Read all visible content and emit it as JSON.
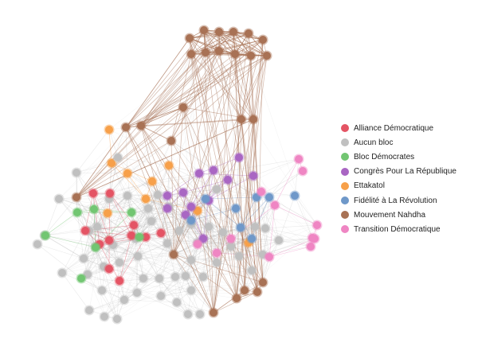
{
  "legend": {
    "items": [
      {
        "label": "Alliance Démocratique",
        "color": "#e45464"
      },
      {
        "label": "Aucun bloc",
        "color": "#c0c0c0"
      },
      {
        "label": "Bloc Démocrates",
        "color": "#72c672"
      },
      {
        "label": "Congrès Pour La République",
        "color": "#a966c3"
      },
      {
        "label": "Ettakatol",
        "color": "#f7a04a"
      },
      {
        "label": "Fidélité à La Révolution",
        "color": "#6f98c9"
      },
      {
        "label": "Mouvement Nahdha",
        "color": "#a87255"
      },
      {
        "label": "Transition Démocratique",
        "color": "#ef86c3"
      }
    ]
  }
}
